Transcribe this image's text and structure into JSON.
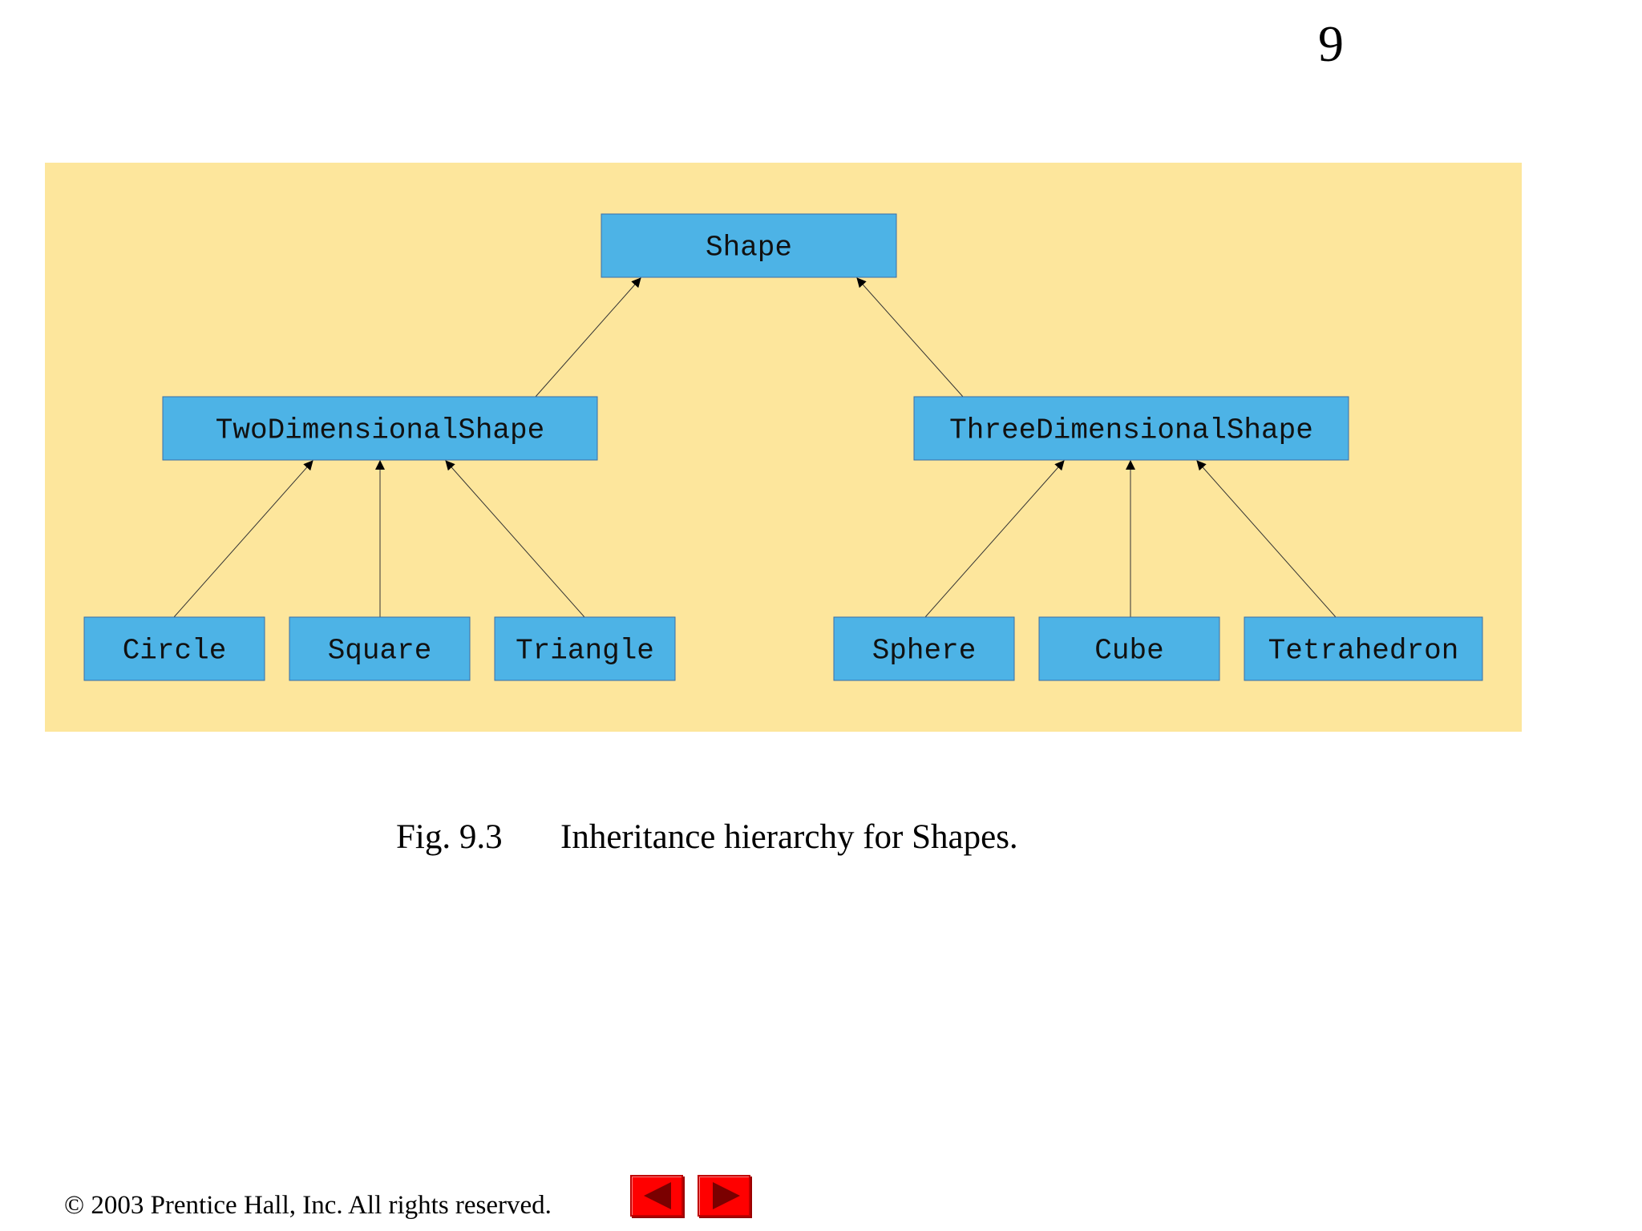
{
  "slide": {
    "page_number": "9"
  },
  "colors": {
    "panel_background": "#fde69c",
    "node_fill": "#4db3e6",
    "node_border": "#3a6ea5",
    "nav_button": "#ff0000"
  },
  "diagram": {
    "nodes": [
      {
        "id": "shape",
        "label": "Shape"
      },
      {
        "id": "two-dimensional-shape",
        "label": "TwoDimensionalShape"
      },
      {
        "id": "three-dimensional-shape",
        "label": "ThreeDimensionalShape"
      },
      {
        "id": "circle",
        "label": "Circle"
      },
      {
        "id": "square",
        "label": "Square"
      },
      {
        "id": "triangle",
        "label": "Triangle"
      },
      {
        "id": "sphere",
        "label": "Sphere"
      },
      {
        "id": "cube",
        "label": "Cube"
      },
      {
        "id": "tetrahedron",
        "label": "Tetrahedron"
      }
    ],
    "edges": [
      {
        "from": "two-dimensional-shape",
        "to": "shape"
      },
      {
        "from": "three-dimensional-shape",
        "to": "shape"
      },
      {
        "from": "circle",
        "to": "two-dimensional-shape"
      },
      {
        "from": "square",
        "to": "two-dimensional-shape"
      },
      {
        "from": "triangle",
        "to": "two-dimensional-shape"
      },
      {
        "from": "sphere",
        "to": "three-dimensional-shape"
      },
      {
        "from": "cube",
        "to": "three-dimensional-shape"
      },
      {
        "from": "tetrahedron",
        "to": "three-dimensional-shape"
      }
    ]
  },
  "caption": {
    "figure_label": "Fig. 9.3",
    "text": "Inheritance hierarchy for Shapes."
  },
  "footer": {
    "copyright": "© 2003 Prentice Hall, Inc.  All rights reserved.",
    "prev_icon": "left-arrow-icon",
    "next_icon": "right-arrow-icon"
  }
}
